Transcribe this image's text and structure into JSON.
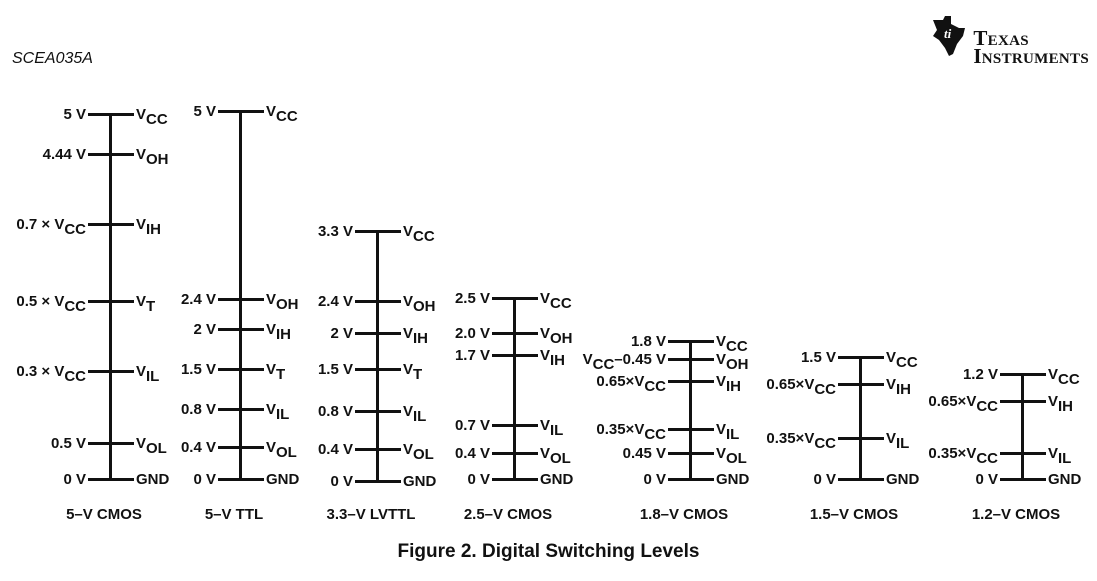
{
  "header": {
    "doc_id": "SCEA035A",
    "logo_line1": "Texas",
    "logo_line2": "Instruments"
  },
  "figure": {
    "caption": "Figure 2.  Digital Switching Levels",
    "columns": [
      {
        "title": "5–V CMOS",
        "levels": [
          {
            "left": {
              "text": "5 V",
              "sub": ""
            },
            "right": {
              "text": "V",
              "sub": "CC"
            }
          },
          {
            "left": {
              "text": "4.44 V",
              "sub": ""
            },
            "right": {
              "text": "V",
              "sub": "OH"
            }
          },
          {
            "left": {
              "text": "0.7 × V",
              "sub": "CC"
            },
            "right": {
              "text": "V",
              "sub": "IH"
            }
          },
          {
            "left": {
              "text": "0.5 × V",
              "sub": "CC"
            },
            "right": {
              "text": "V",
              "sub": "T"
            }
          },
          {
            "left": {
              "text": "0.3 × V",
              "sub": "CC"
            },
            "right": {
              "text": "V",
              "sub": "IL"
            }
          },
          {
            "left": {
              "text": "0.5 V",
              "sub": ""
            },
            "right": {
              "text": "V",
              "sub": "OL"
            }
          },
          {
            "left": {
              "text": "0 V",
              "sub": ""
            },
            "right": {
              "text": "GND",
              "sub": ""
            }
          }
        ]
      },
      {
        "title": "5–V TTL",
        "levels": [
          {
            "left": {
              "text": "5 V",
              "sub": ""
            },
            "right": {
              "text": "V",
              "sub": "CC"
            }
          },
          {
            "left": {
              "text": "2.4 V",
              "sub": ""
            },
            "right": {
              "text": "V",
              "sub": "OH"
            }
          },
          {
            "left": {
              "text": "2 V",
              "sub": ""
            },
            "right": {
              "text": "V",
              "sub": "IH"
            }
          },
          {
            "left": {
              "text": "1.5 V",
              "sub": ""
            },
            "right": {
              "text": "V",
              "sub": "T"
            }
          },
          {
            "left": {
              "text": "0.8 V",
              "sub": ""
            },
            "right": {
              "text": "V",
              "sub": "IL"
            }
          },
          {
            "left": {
              "text": "0.4 V",
              "sub": ""
            },
            "right": {
              "text": "V",
              "sub": "OL"
            }
          },
          {
            "left": {
              "text": "0 V",
              "sub": ""
            },
            "right": {
              "text": "GND",
              "sub": ""
            }
          }
        ]
      },
      {
        "title": "3.3–V LVTTL",
        "levels": [
          {
            "left": {
              "text": "3.3 V",
              "sub": ""
            },
            "right": {
              "text": "V",
              "sub": "CC"
            }
          },
          {
            "left": {
              "text": "2.4 V",
              "sub": ""
            },
            "right": {
              "text": "V",
              "sub": "OH"
            }
          },
          {
            "left": {
              "text": "2 V",
              "sub": ""
            },
            "right": {
              "text": "V",
              "sub": "IH"
            }
          },
          {
            "left": {
              "text": "1.5 V",
              "sub": ""
            },
            "right": {
              "text": "V",
              "sub": "T"
            }
          },
          {
            "left": {
              "text": "0.8 V",
              "sub": ""
            },
            "right": {
              "text": "V",
              "sub": "IL"
            }
          },
          {
            "left": {
              "text": "0.4 V",
              "sub": ""
            },
            "right": {
              "text": "V",
              "sub": "OL"
            }
          },
          {
            "left": {
              "text": "0 V",
              "sub": ""
            },
            "right": {
              "text": "GND",
              "sub": ""
            }
          }
        ]
      },
      {
        "title": "2.5–V CMOS",
        "levels": [
          {
            "left": {
              "text": "2.5 V",
              "sub": ""
            },
            "right": {
              "text": "V",
              "sub": "CC"
            }
          },
          {
            "left": {
              "text": "2.0 V",
              "sub": ""
            },
            "right": {
              "text": "V",
              "sub": "OH"
            }
          },
          {
            "left": {
              "text": "1.7 V",
              "sub": ""
            },
            "right": {
              "text": "V",
              "sub": "IH"
            }
          },
          {
            "left": {
              "text": "0.7 V",
              "sub": ""
            },
            "right": {
              "text": "V",
              "sub": "IL"
            }
          },
          {
            "left": {
              "text": "0.4 V",
              "sub": ""
            },
            "right": {
              "text": "V",
              "sub": "OL"
            }
          },
          {
            "left": {
              "text": "0 V",
              "sub": ""
            },
            "right": {
              "text": "GND",
              "sub": ""
            }
          }
        ]
      },
      {
        "title": "1.8–V CMOS",
        "levels": [
          {
            "left": {
              "text": "1.8 V",
              "sub": ""
            },
            "right": {
              "text": "V",
              "sub": "CC"
            }
          },
          {
            "left": {
              "text": "V",
              "sub": "CC",
              "after": "–0.45 V"
            },
            "right": {
              "text": "V",
              "sub": "OH"
            }
          },
          {
            "left": {
              "text": "0.65×V",
              "sub": "CC"
            },
            "right": {
              "text": "V",
              "sub": "IH"
            }
          },
          {
            "left": {
              "text": "0.35×V",
              "sub": "CC"
            },
            "right": {
              "text": "V",
              "sub": "IL"
            }
          },
          {
            "left": {
              "text": "0.45 V",
              "sub": ""
            },
            "right": {
              "text": "V",
              "sub": "OL"
            }
          },
          {
            "left": {
              "text": "0 V",
              "sub": ""
            },
            "right": {
              "text": "GND",
              "sub": ""
            }
          }
        ]
      },
      {
        "title": "1.5–V CMOS",
        "levels": [
          {
            "left": {
              "text": "1.5 V",
              "sub": ""
            },
            "right": {
              "text": "V",
              "sub": "CC"
            }
          },
          {
            "left": {
              "text": "0.65×V",
              "sub": "CC"
            },
            "right": {
              "text": "V",
              "sub": "IH"
            }
          },
          {
            "left": {
              "text": "0.35×V",
              "sub": "CC"
            },
            "right": {
              "text": "V",
              "sub": "IL"
            }
          },
          {
            "left": {
              "text": "0 V",
              "sub": ""
            },
            "right": {
              "text": "GND",
              "sub": ""
            }
          }
        ]
      },
      {
        "title": "1.2–V CMOS",
        "levels": [
          {
            "left": {
              "text": "1.2 V",
              "sub": ""
            },
            "right": {
              "text": "V",
              "sub": "CC"
            }
          },
          {
            "left": {
              "text": "0.65×V",
              "sub": "CC"
            },
            "right": {
              "text": "V",
              "sub": "IH"
            }
          },
          {
            "left": {
              "text": "0.35×V",
              "sub": "CC"
            },
            "right": {
              "text": "V",
              "sub": "IL"
            }
          },
          {
            "left": {
              "text": "0 V",
              "sub": ""
            },
            "right": {
              "text": "GND",
              "sub": ""
            }
          }
        ]
      }
    ]
  }
}
